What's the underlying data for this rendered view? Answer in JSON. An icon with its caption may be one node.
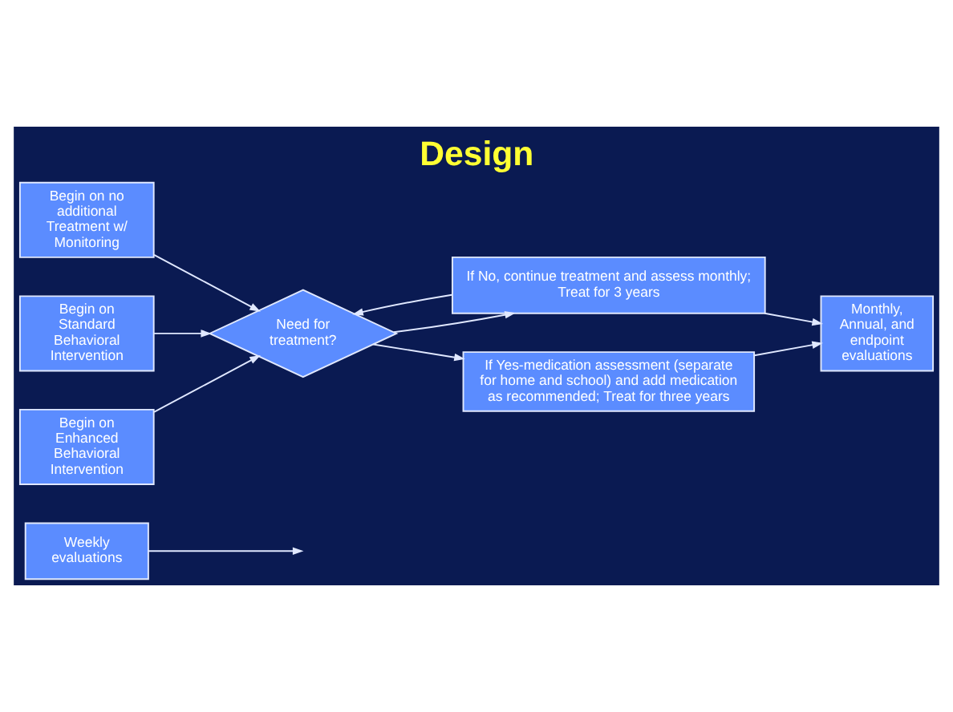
{
  "diagram": {
    "title": "Design",
    "nodes": [
      {
        "text": [
          "Weekly evaluations"
        ]
      },
      {
        "text": [
          "Begin on no additional Treatment w/ Monitoring"
        ]
      },
      {
        "text": [
          "Begin on Standard Behavioral Intervention"
        ]
      },
      {
        "text": [
          "Begin on Enhanced Behavioral Intervention"
        ]
      },
      {
        "text": [
          "Need for treatment?"
        ]
      },
      {
        "text": [
          "If No, continue treatment and assess monthly; Treat for 3 years"
        ]
      },
      {
        "text": [
          "If Yes-medication assessment (separate for home and school) and add medication as recommended; Treat for three years"
        ]
      },
      {
        "text": [
          "Monthly, Annual, and endpoint evaluations"
        ]
      }
    ],
    "edges": [
      {
        "from": 0,
        "to": null,
        "arrow": "to"
      },
      {
        "from": 1,
        "to": 4,
        "arrow": "to"
      },
      {
        "from": 2,
        "to": 4,
        "arrow": "to"
      },
      {
        "from": 3,
        "to": 4,
        "arrow": "to"
      },
      {
        "from": 4,
        "to": 5,
        "arrow": "to"
      },
      {
        "from": 4,
        "to": 6,
        "arrow": "to"
      },
      {
        "from": 5,
        "to": 4,
        "arrow": "to"
      },
      {
        "from": 5,
        "to": 7,
        "arrow": "to"
      },
      {
        "from": 6,
        "to": 7,
        "arrow": "to"
      }
    ]
  }
}
